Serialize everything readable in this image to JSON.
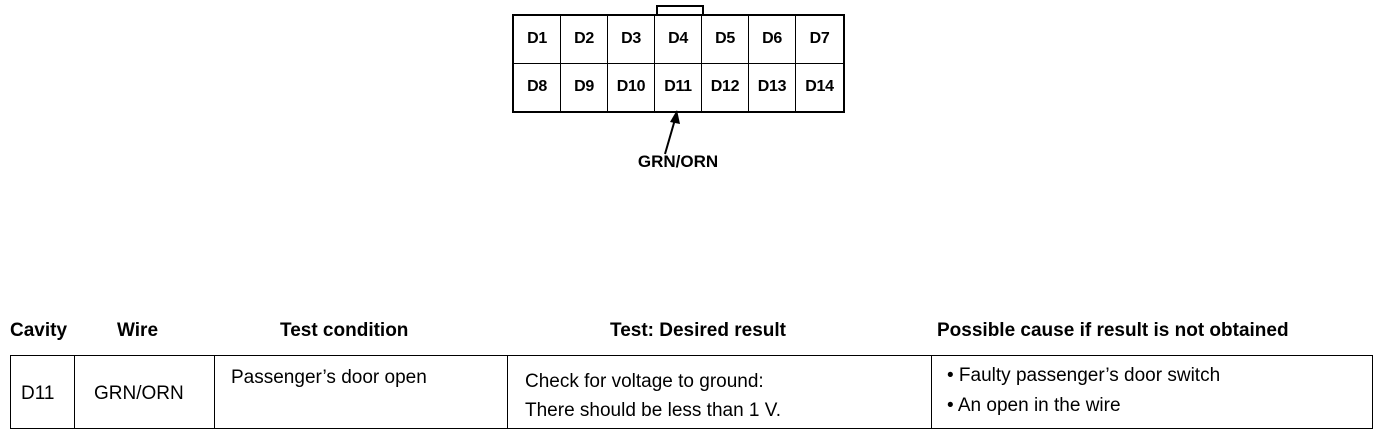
{
  "connector": {
    "row1": [
      "D1",
      "D2",
      "D3",
      "D4",
      "D5",
      "D6",
      "D7"
    ],
    "row2": [
      "D8",
      "D9",
      "D10",
      "D11",
      "D12",
      "D13",
      "D14"
    ],
    "wire_label": "GRN/ORN"
  },
  "table": {
    "headers": {
      "cavity": "Cavity",
      "wire": "Wire",
      "test_condition": "Test condition",
      "desired_result": "Test: Desired result",
      "possible_cause": "Possible cause if result is not obtained"
    },
    "row": {
      "cavity": "D11",
      "wire": "GRN/ORN",
      "test_condition": "Passenger’s door open",
      "desired_result": [
        "Check for voltage to ground:",
        "There should be less than 1 V."
      ],
      "possible_cause": [
        "• Faulty passenger’s door switch",
        "• An open in the wire"
      ]
    }
  }
}
